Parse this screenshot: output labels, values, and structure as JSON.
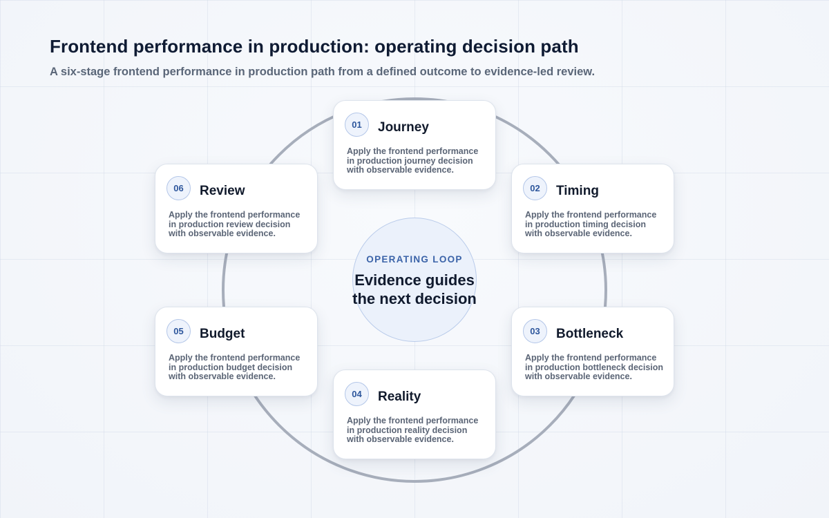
{
  "header": {
    "title": "Frontend performance in production: operating decision path",
    "subtitle": "A six-stage frontend performance in production path from a defined outcome to evidence-led review."
  },
  "center": {
    "kicker": "OPERATING LOOP",
    "text": "Evidence guides the next decision"
  },
  "stages": [
    {
      "number": "01",
      "title": "Journey",
      "description": "Apply the frontend performance in production journey decision with observable evidence."
    },
    {
      "number": "02",
      "title": "Timing",
      "description": "Apply the frontend performance in production timing decision with observable evidence."
    },
    {
      "number": "03",
      "title": "Bottleneck",
      "description": "Apply the frontend performance in production bottleneck decision with observable evidence."
    },
    {
      "number": "04",
      "title": "Reality",
      "description": "Apply the frontend performance in production reality decision with observable evidence."
    },
    {
      "number": "05",
      "title": "Budget",
      "description": "Apply the frontend performance in production budget decision with observable evidence."
    },
    {
      "number": "06",
      "title": "Review",
      "description": "Apply the frontend performance in production review decision with observable evidence."
    }
  ],
  "colors": {
    "ring": "#a7aebb",
    "badge_text": "#2d569c",
    "center_fill": "#ebf1fb",
    "kicker": "#3b63a8"
  }
}
